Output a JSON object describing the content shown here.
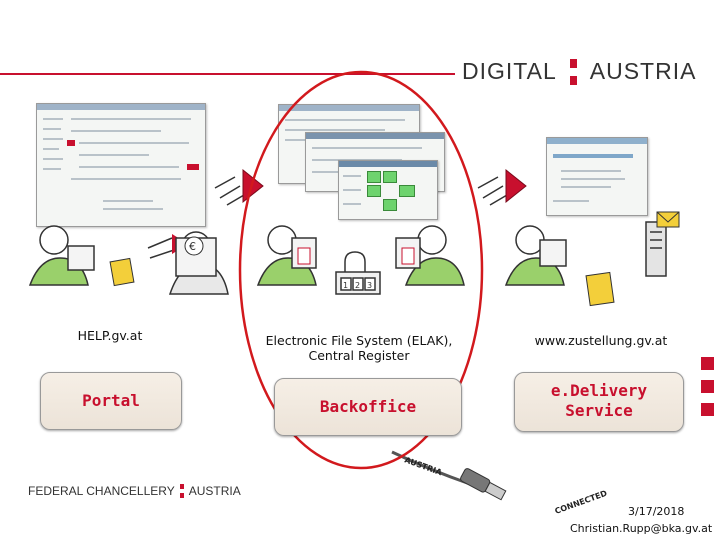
{
  "brand": {
    "top_left": "DIGITAL",
    "top_right": "AUSTRIA"
  },
  "footer_brand": {
    "left": "FEDERAL CHANCELLERY",
    "right": "AUSTRIA"
  },
  "columns": [
    {
      "caption": "HELP.gv.at",
      "box_label": "Portal"
    },
    {
      "caption_line1": "Electronic File System (ELAK),",
      "caption_line2": "Central Register",
      "box_label": "Backoffice"
    },
    {
      "caption": "www.zustellung.gv.at",
      "box_label_line1": "e.Delivery",
      "box_label_line2": "Service"
    }
  ],
  "cable": {
    "label_top": "AUSTRIA",
    "label_bottom": "CONNECTED"
  },
  "lock_digits": [
    "1",
    "2",
    "3"
  ],
  "footer": {
    "date": "3/17/2018",
    "email": "Christian.Rupp@bka.gv.at"
  },
  "colors": {
    "accent": "#c8102e",
    "highlight_green": "#6ed36e"
  }
}
